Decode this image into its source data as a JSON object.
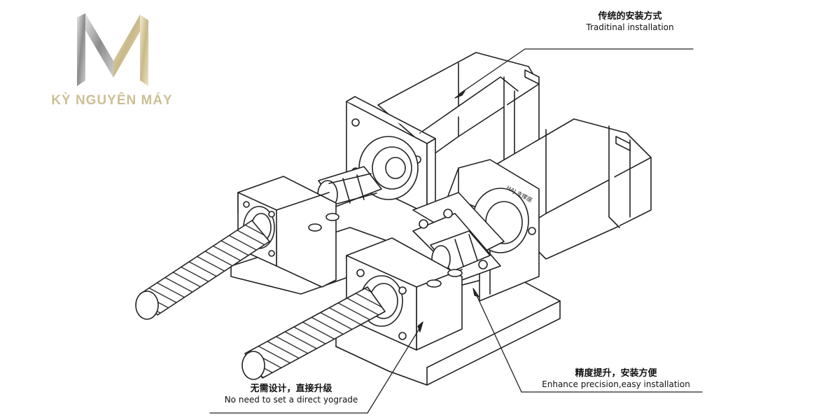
{
  "logo": {
    "brand_text": "KỲ NGUYÊN MÁY",
    "mark": "m-letter-logo",
    "colors": {
      "gold": "#cdbf95",
      "silver": "#9a9a9a"
    }
  },
  "callouts": {
    "traditional": {
      "zh": "传统的安装方式",
      "en": "Traditinal  installation"
    },
    "enhance": {
      "zh": "精度提升，安装方便",
      "en": "Enhance  precision,easy installation"
    },
    "no_need": {
      "zh": "无需设计，直接升级",
      "en": "No need to set a direct yograde"
    }
  },
  "bracket_label": "HAJ 支撑座"
}
